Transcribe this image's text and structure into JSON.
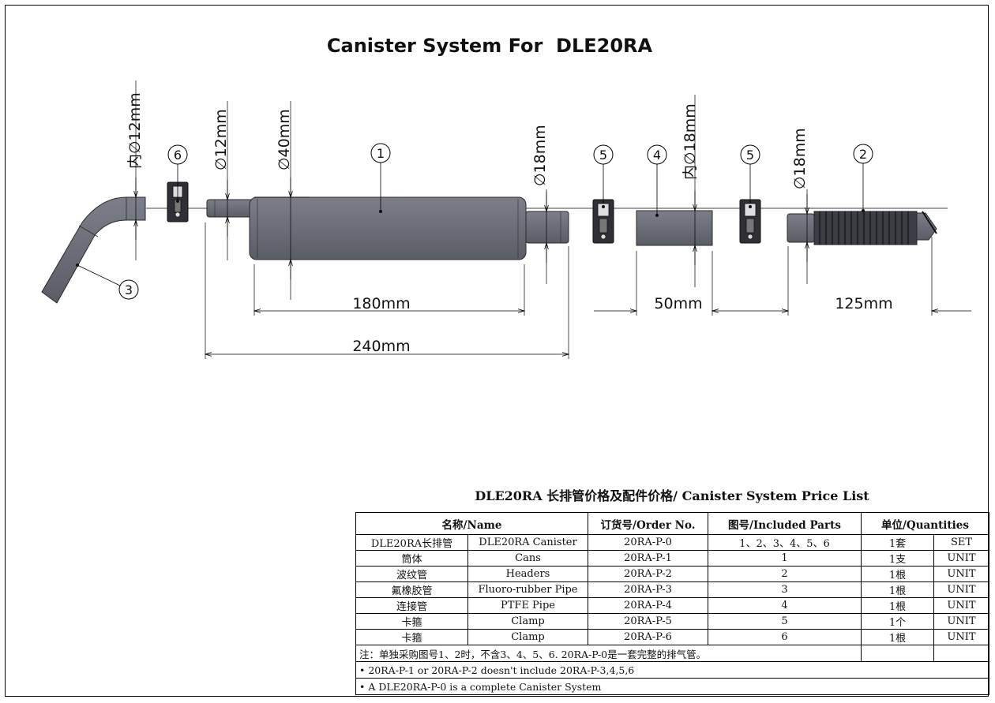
{
  "title": "Canister System For  DLE20RA",
  "colors": {
    "part": "#6b6e78",
    "part_dark": "#2f3036",
    "line": "#000000"
  },
  "diagram": {
    "callouts": [
      "1",
      "2",
      "3",
      "4",
      "5",
      "5",
      "6"
    ],
    "dimensions": {
      "inner_12": "内∅12mm",
      "d12": "∅12mm",
      "d40": "∅40mm",
      "d18_a": "∅18mm",
      "inner_18": "内∅18mm",
      "d18_b": "∅18mm",
      "len_180": "180mm",
      "len_240": "240mm",
      "len_50": "50mm",
      "len_125": "125mm"
    }
  },
  "price_list": {
    "title": "DLE20RA 长排管价格及配件价格/ Canister System Price List",
    "headers": {
      "name": "名称/Name",
      "order": "订货号/Order No.",
      "parts": "图号/Included Parts",
      "unit": "单位/Quantities"
    },
    "rows": [
      {
        "cn": "DLE20RA长排管",
        "en": "DLE20RA Canister",
        "order": "20RA-P-0",
        "parts": "1、2、3、4、5、6",
        "qty": "1套",
        "unit": "SET"
      },
      {
        "cn": "筒体",
        "en": "Cans",
        "order": "20RA-P-1",
        "parts": "1",
        "qty": "1支",
        "unit": "UNIT"
      },
      {
        "cn": "波纹管",
        "en": "Headers",
        "order": "20RA-P-2",
        "parts": "2",
        "qty": "1根",
        "unit": "UNIT"
      },
      {
        "cn": "氟橡胶管",
        "en": "Fluoro-rubber Pipe",
        "order": "20RA-P-3",
        "parts": "3",
        "qty": "1根",
        "unit": "UNIT"
      },
      {
        "cn": "连接管",
        "en": "PTFE Pipe",
        "order": "20RA-P-4",
        "parts": "4",
        "qty": "1根",
        "unit": "UNIT"
      },
      {
        "cn": "卡箍",
        "en": "Clamp",
        "order": "20RA-P-5",
        "parts": "5",
        "qty": "1个",
        "unit": "UNIT"
      },
      {
        "cn": "卡箍",
        "en": "Clamp",
        "order": "20RA-P-6",
        "parts": "6",
        "qty": "1根",
        "unit": "UNIT"
      }
    ],
    "notes": [
      "注：单独采购图号1、2时，不含3、4、5、6. 20RA-P-0是一套完整的排气管。",
      "• 20RA-P-1 or 20RA-P-2 doesn't include 20RA-P-3,4,5,6",
      "• A DLE20RA-P-0 is a complete Canister System"
    ]
  }
}
